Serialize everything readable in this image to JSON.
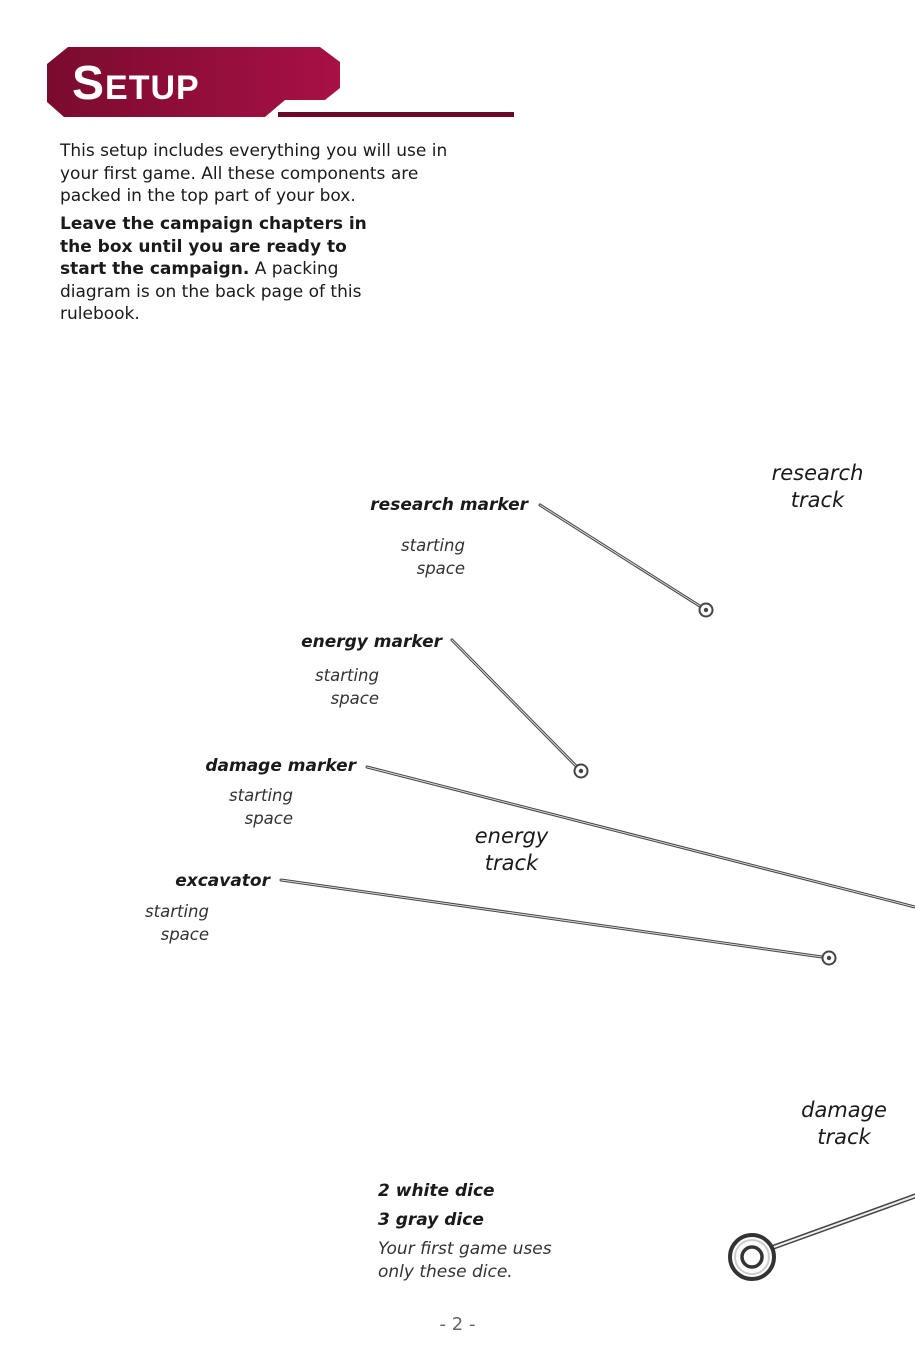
{
  "section": {
    "title": "Setup",
    "accent_color": "#8b0d35",
    "accent_light": "#a81046"
  },
  "intro": {
    "para1": "This setup includes everything you will use in your first game. All these components are packed in the top part of your box.",
    "para2_bold": "Leave the campaign chapters in the box until you are ready to start the campaign.",
    "para2_rest": " A packing diagram is on the back page of this rulebook."
  },
  "callouts": {
    "research": {
      "label": "research marker",
      "sub1": "starting",
      "sub2": "space"
    },
    "energy": {
      "label": "energy marker",
      "sub1": "starting",
      "sub2": "space"
    },
    "damage": {
      "label": "damage marker",
      "sub1": "starting",
      "sub2": "space"
    },
    "excavator": {
      "label": "excavator",
      "sub1": "starting",
      "sub2": "space"
    }
  },
  "tracks": {
    "research": {
      "line1": "research",
      "line2": "track"
    },
    "energy": {
      "line1": "energy",
      "line2": "track"
    },
    "damage": {
      "line1": "damage",
      "line2": "track"
    }
  },
  "dice": {
    "white": "2 white dice",
    "gray": "3 gray dice",
    "note1": "Your first game uses",
    "note2": "only these dice."
  },
  "page_number": "- 2 -"
}
